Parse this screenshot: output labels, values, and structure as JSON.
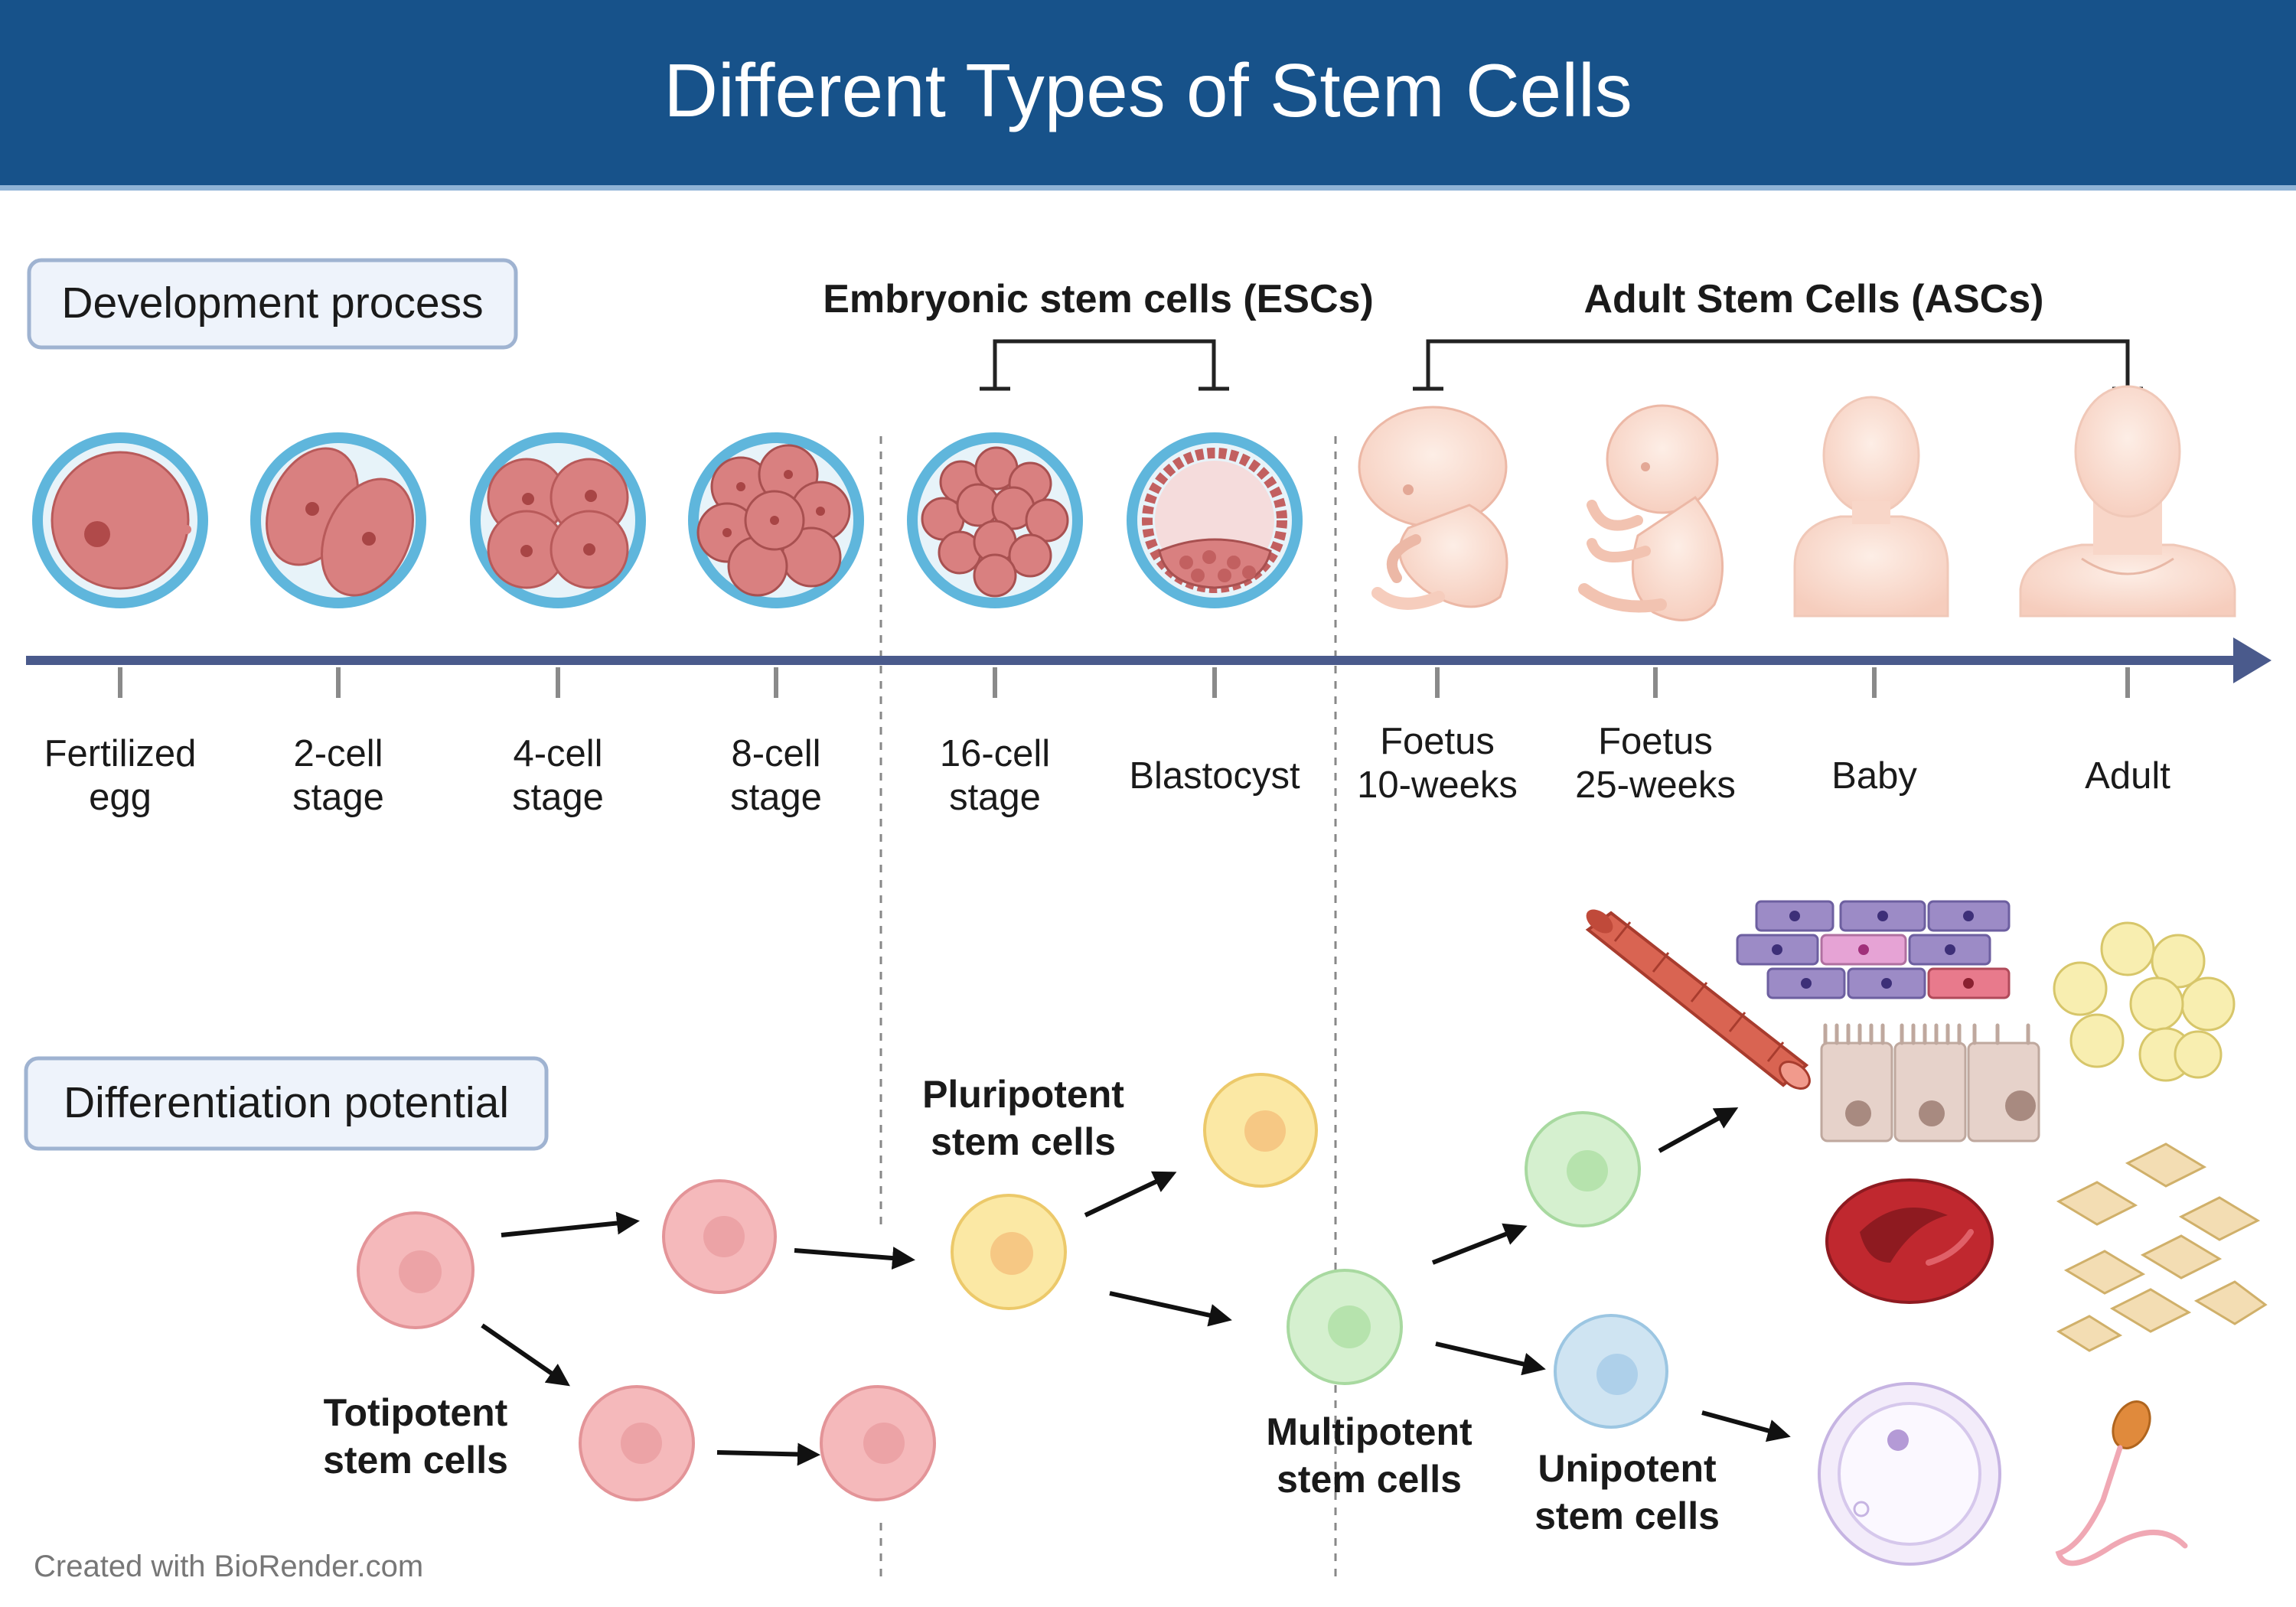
{
  "title": "Different Types of Stem Cells",
  "colors": {
    "banner": "#17528a",
    "banner_edge": "#8fb3d6",
    "label_box_fill": "#eef3fb",
    "label_box_stroke": "#9fb3d1",
    "timeline": "#4a5a8c",
    "zona": "#5fb6dc",
    "embryo_cell": "#d98080",
    "totipotent": "#f5b9bb",
    "pluripotent": "#fbe8a4",
    "multipotent": "#d5f0cf",
    "unipotent": "#cfe4f2",
    "red_blood_cell": "#c0282f",
    "skin_tone": "#fbe0d6"
  },
  "sections": {
    "development_label": "Development process",
    "differentiation_label": "Differentiation potential",
    "esc_label": "Embryonic stem cells (ESCs)",
    "asc_label": "Adult Stem Cells (ASCs)"
  },
  "stages": [
    {
      "line1": "Fertilized",
      "line2": "egg"
    },
    {
      "line1": "2-cell",
      "line2": "stage"
    },
    {
      "line1": "4-cell",
      "line2": "stage"
    },
    {
      "line1": "8-cell",
      "line2": "stage"
    },
    {
      "line1": "16-cell",
      "line2": "stage"
    },
    {
      "line1": "Blastocyst",
      "line2": ""
    },
    {
      "line1": "Foetus",
      "line2": "10-weeks"
    },
    {
      "line1": "Foetus",
      "line2": "25-weeks"
    },
    {
      "line1": "Baby",
      "line2": ""
    },
    {
      "line1": "Adult",
      "line2": ""
    }
  ],
  "potency": {
    "totipotent": {
      "line1": "Totipotent",
      "line2": "stem cells"
    },
    "pluripotent": {
      "line1": "Pluripotent",
      "line2": "stem cells"
    },
    "multipotent": {
      "line1": "Multipotent",
      "line2": "stem cells"
    },
    "unipotent": {
      "line1": "Unipotent",
      "line2": "stem cells"
    }
  },
  "credit": "Created with BioRender.com"
}
